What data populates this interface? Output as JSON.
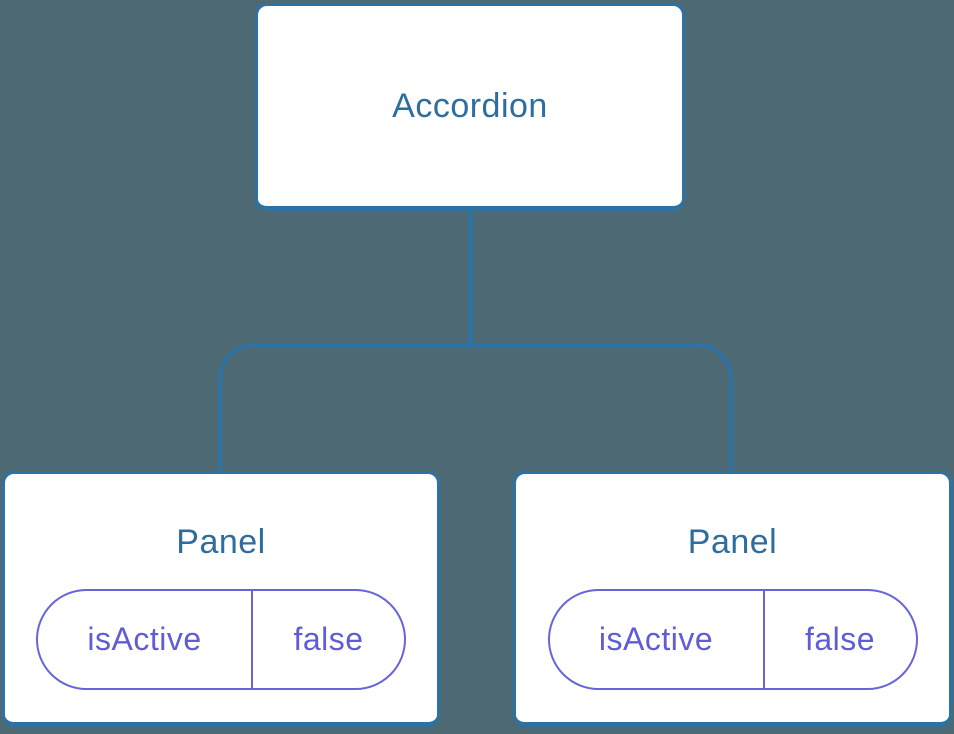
{
  "diagram": {
    "type": "component-tree",
    "root": {
      "label": "Accordion"
    },
    "children": [
      {
        "label": "Panel",
        "state": {
          "key": "isActive",
          "value": "false"
        }
      },
      {
        "label": "Panel",
        "state": {
          "key": "isActive",
          "value": "false"
        }
      }
    ]
  },
  "colors": {
    "canvas-bg": "#4C6974",
    "node-bg": "#FFFFFF",
    "node-border": "#2E72A4",
    "node-text": "#2E6E9E",
    "line": "#2E72A4",
    "pill-border": "#6765DA",
    "pill-text": "#5F5CD6"
  }
}
